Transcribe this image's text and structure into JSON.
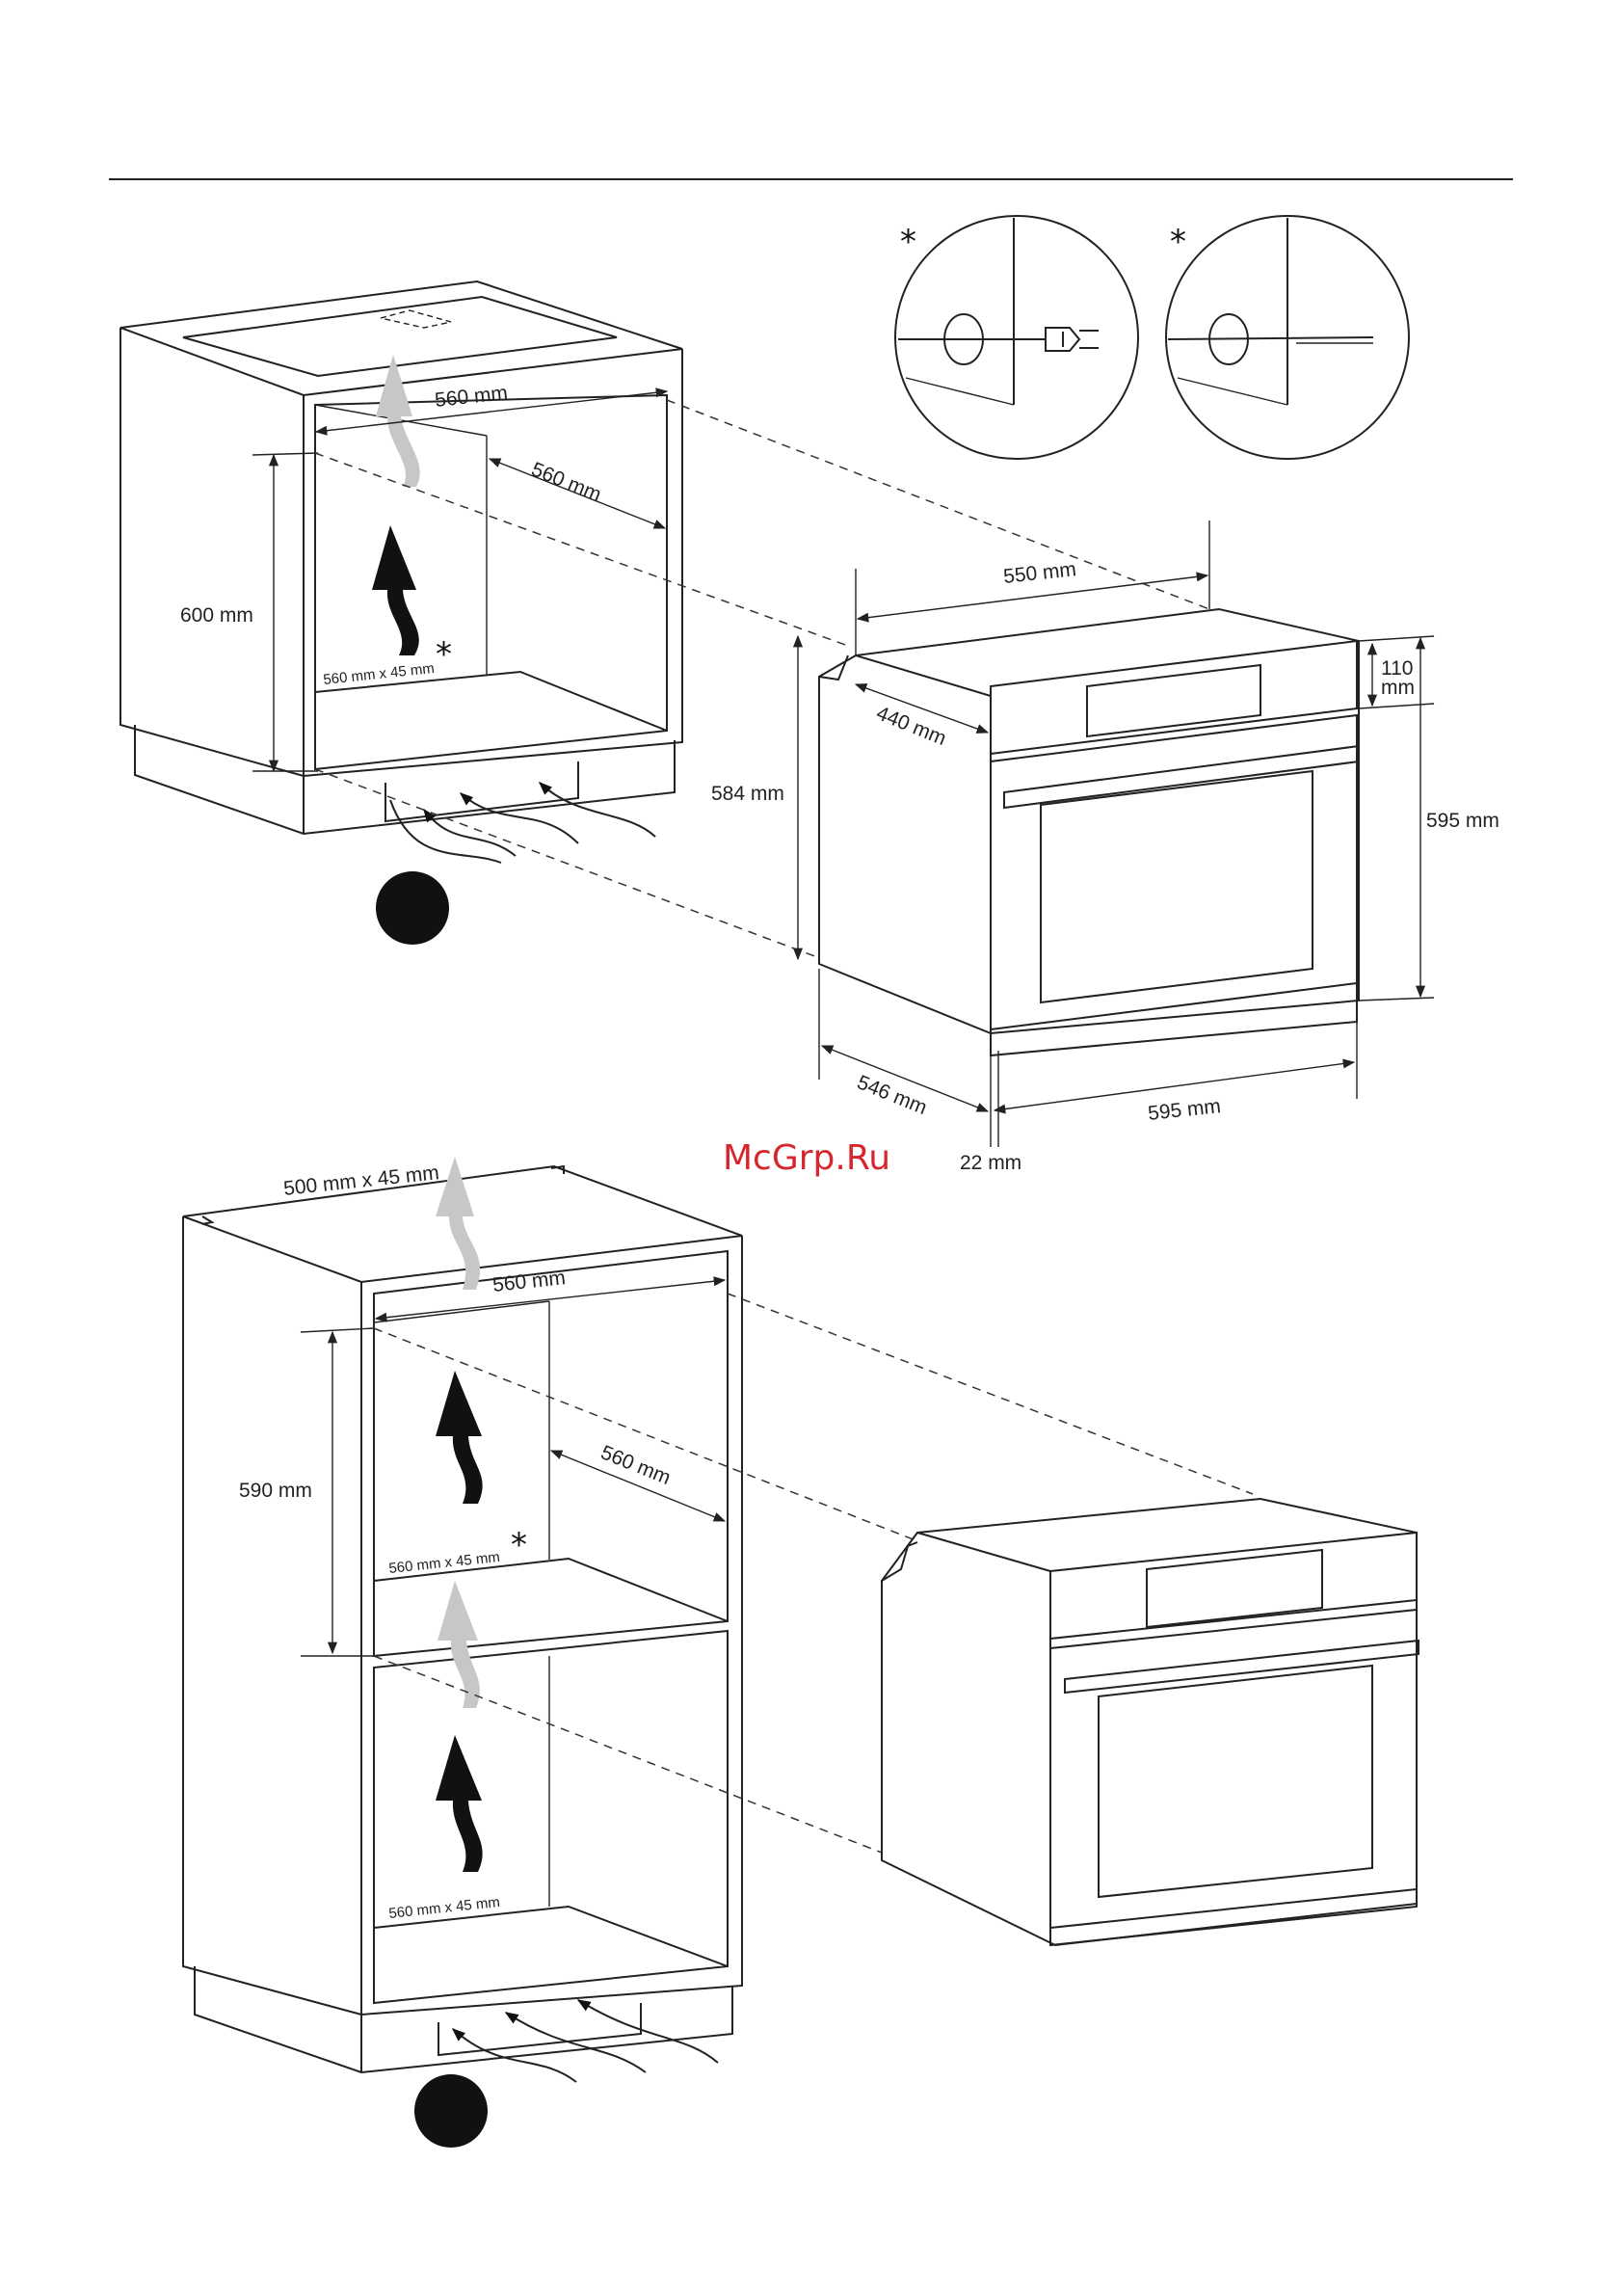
{
  "watermark": "McGrp.Ru",
  "detail_marks": {
    "left": "*",
    "right": "*"
  },
  "top_cabinet": {
    "width": "560 mm",
    "depth": "560 mm",
    "height": "600 mm",
    "vent": "560 mm x 45 mm",
    "vent_mark": "*"
  },
  "top_oven": {
    "top_depth": "550 mm",
    "side_depth": "440 mm",
    "front_height": "584 mm",
    "panel_height_value": "110",
    "panel_height_unit": "mm",
    "total_height": "595 mm",
    "base_depth": "546 mm",
    "front_width": "595 mm",
    "front_offset": "22 mm"
  },
  "column_cabinet": {
    "top_vent": "500 mm x 45 mm",
    "width": "560 mm",
    "depth": "560 mm",
    "height": "590 mm",
    "upper_vent": "560 mm x 45 mm",
    "upper_vent_mark": "*",
    "lower_vent": "560 mm x 45 mm"
  },
  "colors": {
    "ink": "#222222",
    "watermark": "#d8262e",
    "grey_arrow": "#c7c7c7"
  }
}
